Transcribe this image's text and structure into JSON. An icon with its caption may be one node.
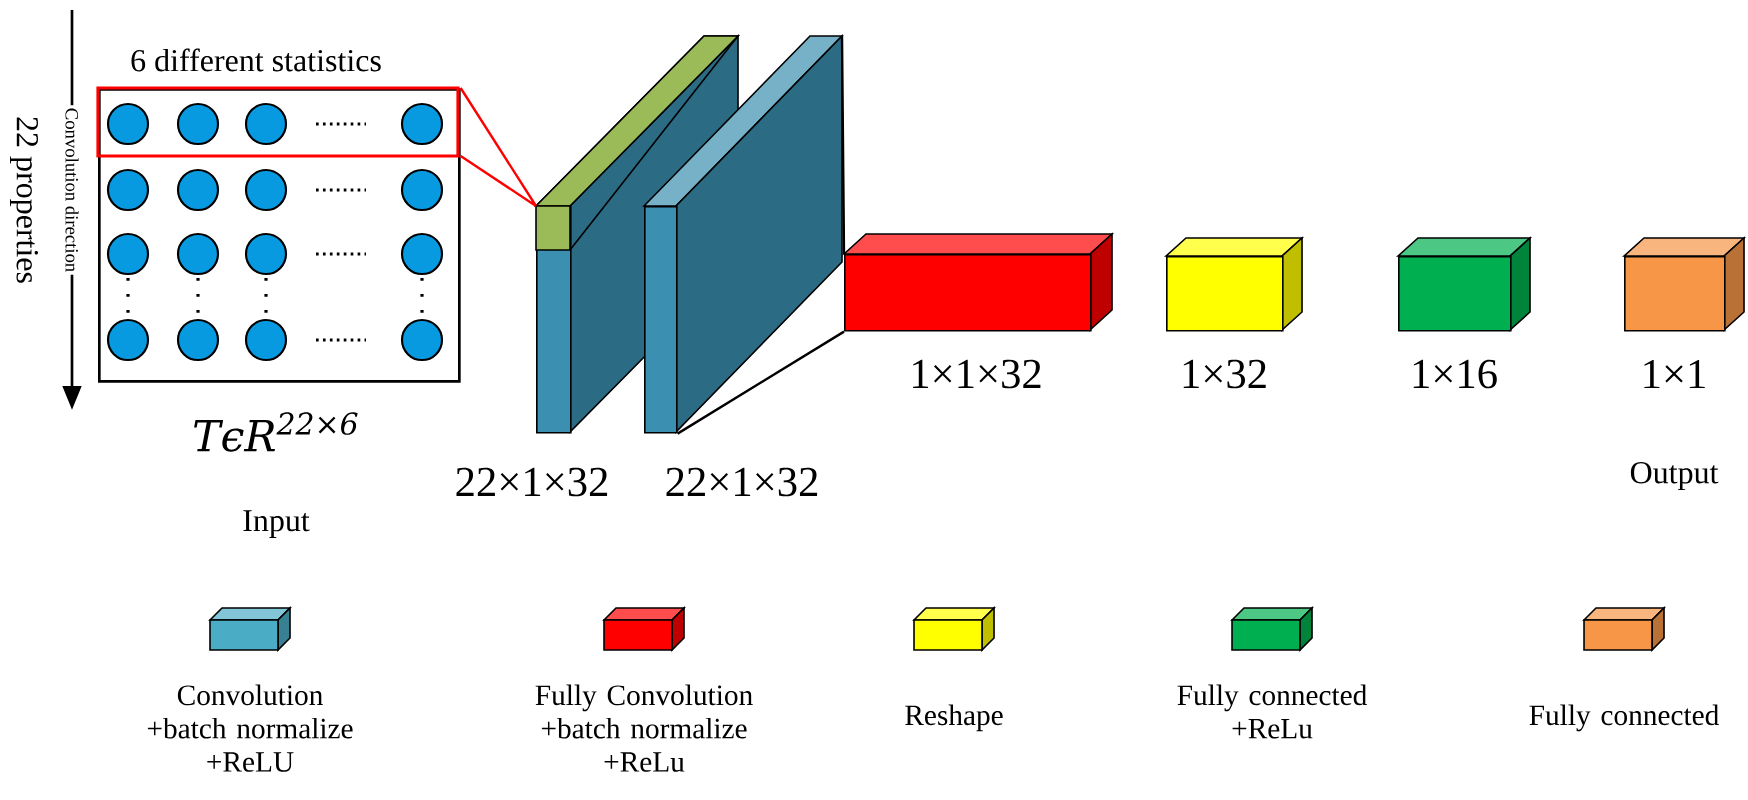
{
  "diagram": {
    "nodes": [
      {
        "text": [],
        "shape": "box",
        "beside": [
          "6 different statistics",
          "TϵR$^{22×6}$",
          "Input"
        ]
      },
      {
        "text": [],
        "shape": "box",
        "beside": [
          "22×1×32"
        ]
      },
      {
        "text": [],
        "shape": "box",
        "beside": [
          "22×1×32"
        ]
      },
      {
        "text": [],
        "shape": "box",
        "beside": [
          "1×1×32"
        ]
      },
      {
        "text": [],
        "shape": "box",
        "beside": [
          "1×32"
        ]
      },
      {
        "text": [],
        "shape": "box",
        "beside": [
          "1×16"
        ]
      },
      {
        "text": [],
        "shape": "box",
        "beside": [
          "1×1",
          "Output"
        ]
      }
    ],
    "edges": [
      {
        "from": 0,
        "to": 1,
        "arrow": "none",
        "color": "#ff0000"
      },
      {
        "from": 2,
        "to": 3,
        "arrow": "none",
        "color": "#000000"
      }
    ],
    "labels": [
      "22 properties",
      "Convolution direction"
    ],
    "legend": [
      {
        "text": "Convolution +batch normalize +ReLU",
        "color": "#4bacc6"
      },
      {
        "text": "Fully Convolution +batch normalize +ReLu",
        "color": "#ff0000"
      },
      {
        "text": "Reshape",
        "color": "#ffff00"
      },
      {
        "text": "Fully connected +ReLu",
        "color": "#00b050"
      },
      {
        "text": "Fully connected",
        "color": "#f79646"
      }
    ]
  }
}
